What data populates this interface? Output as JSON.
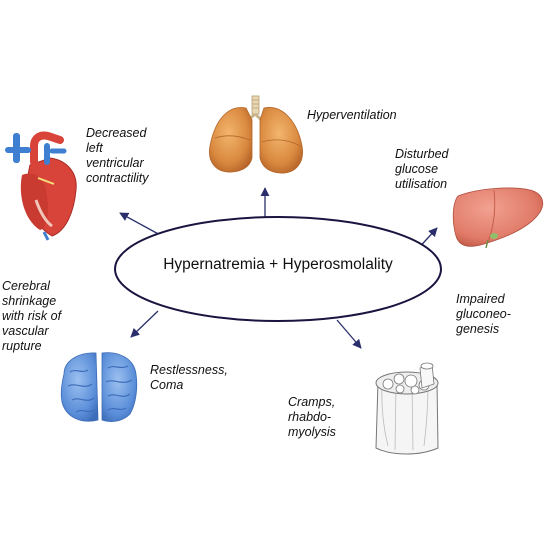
{
  "center": {
    "label": "Hypernatremia + Hyperosmolality"
  },
  "effects": {
    "heart": "Decreased\nleft\nventricular\ncontractility",
    "lungs": "Hyperventilation",
    "liver_glucose": "Disturbed\nglucose\nutilisation",
    "liver_gluconeo": "Impaired\ngluconeo-\ngenesis",
    "brain_shrinkage": "Cerebral\nshrinkage\nwith risk of\nvascular\nrupture",
    "brain_coma": "Restlessness,\nComa",
    "muscle": "Cramps,\nrhabdo-\nmyolysis"
  },
  "colors": {
    "ellipse_stroke": "#1a1440",
    "arrow": "#2a2f6b",
    "heart_red": "#d9443a",
    "heart_blue": "#3f7fd1",
    "lung": "#d9893f",
    "liver": "#e07a67",
    "brain": "#5b8fd9",
    "muscle": "#888888"
  },
  "icons": [
    "heart-illustration",
    "lungs-illustration",
    "liver-illustration",
    "brain-illustration",
    "muscle-fiber-illustration"
  ]
}
